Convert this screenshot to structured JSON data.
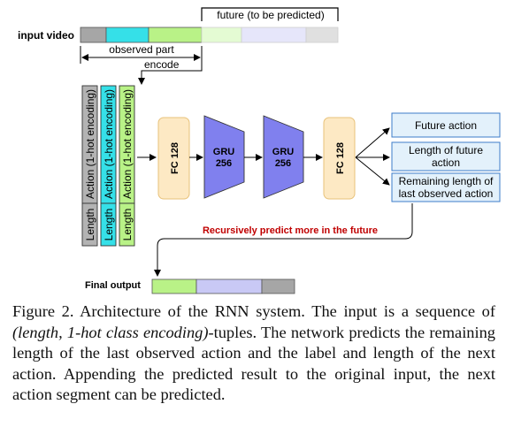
{
  "diagram": {
    "input_video_label": "input video",
    "future_label": "future (to be predicted)",
    "observed_part_label": "observed part",
    "encode_label": "encode",
    "input_columns": [
      {
        "length": "Length",
        "action": "Action (1-hot encoding)",
        "color": "#b3b3b3"
      },
      {
        "length": "Length",
        "action": "Action (1-hot encoding)",
        "color": "#35e0e8"
      },
      {
        "length": "Length",
        "action": "Action (1-hot encoding)",
        "color": "#b9f287"
      }
    ],
    "fc1_label": "FC 128",
    "gru1_label_1": "GRU",
    "gru1_label_2": "256",
    "gru2_label_1": "GRU",
    "gru2_label_2": "256",
    "fc2_label": "FC 128",
    "outputs": {
      "future_action": "Future action",
      "length_future_1": "Length of future",
      "length_future_2": "action",
      "remaining_1": "Remaining length of",
      "remaining_2": "last observed action"
    },
    "recursive_label": "Recursively predict more in the future",
    "final_output_label": "Final output",
    "colors": {
      "gray": "#a6a6a6",
      "cyan": "#35e0e8",
      "green": "#b9f287",
      "light_green": "#e4fbd3",
      "lavender": "#e6e6fa",
      "light_gray": "#e0e0e0",
      "fc_fill": "#fde9c4",
      "fc_stroke": "#e8c27a",
      "gru_fill": "#8080ee",
      "output_fill": "#e3f1fb",
      "output_stroke": "#3d7cc9",
      "final_purple": "#c9c9f5",
      "recursive_red": "#c00000"
    }
  },
  "caption": {
    "part1": "Figure 2. Architecture of the RNN system. The input is a sequence of ",
    "italic": "(length, 1-hot class encoding)",
    "part2": "-tuples. The network predicts the remaining length of the last observed action and the label and length of the next action.  Appending the predicted result to the original input, the next action segment can be predicted."
  }
}
